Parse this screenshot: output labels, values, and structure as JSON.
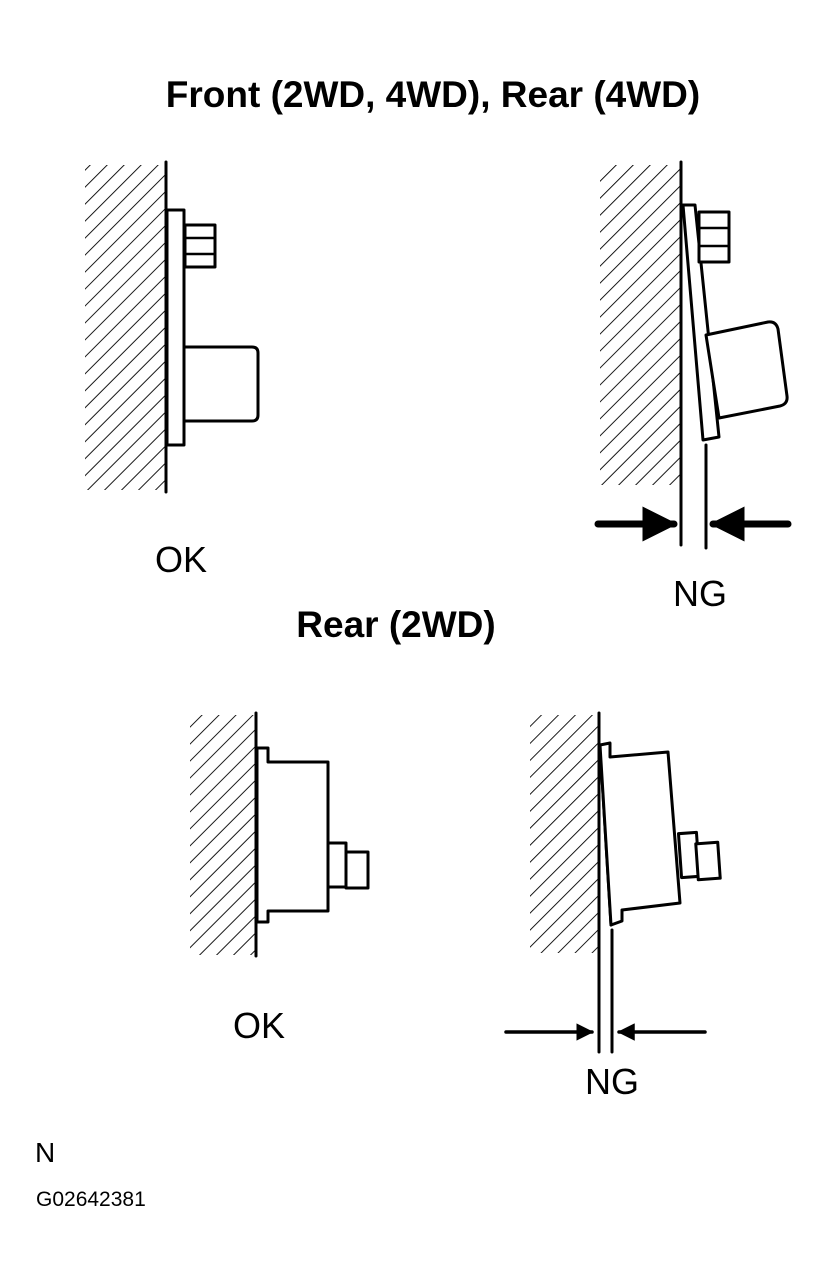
{
  "titles": {
    "top": "Front (2WD, 4WD), Rear (4WD)",
    "bottom": "Rear (2WD)"
  },
  "labels": {
    "top_ok": "OK",
    "top_ng": "NG",
    "bottom_ok": "OK",
    "bottom_ng": "NG"
  },
  "footer": {
    "letter": "N",
    "code": "G02642381"
  }
}
